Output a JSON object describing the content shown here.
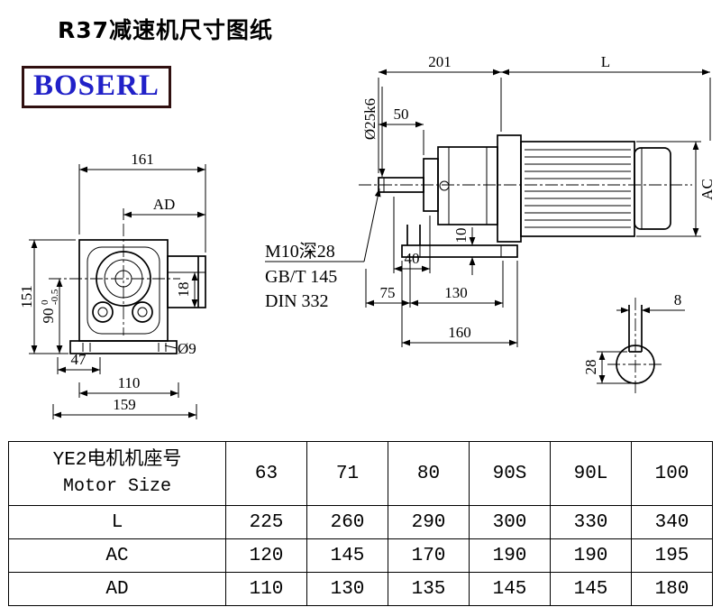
{
  "title": "R37减速机尺寸图纸",
  "logo": {
    "text": "BOSERL"
  },
  "front_view": {
    "d161": "161",
    "dAD": "AD",
    "d151": "151",
    "d90": "90",
    "d90_tol_upper": "0",
    "d90_tol_lower": "-0.5",
    "d18": "18",
    "d47": "47",
    "d110": "110",
    "d159": "159",
    "dia9": "Ø9"
  },
  "side_view": {
    "d201": "201",
    "dL": "L",
    "dia_shaft": "Ø25k6",
    "d50": "50",
    "callout_line1": "M10深28",
    "callout_line2": "GB/T 145",
    "callout_line3": "DIN 332",
    "d40": "40",
    "d75": "75",
    "d130": "130",
    "d160": "160",
    "dAC": "AC",
    "d10": "10"
  },
  "key_section": {
    "d8": "8",
    "d28": "28"
  },
  "table": {
    "header_label_line1": "YE2电机机座号",
    "header_label_line2": "Motor Size",
    "columns": [
      "63",
      "71",
      "80",
      "90S",
      "90L",
      "100"
    ],
    "rows": [
      {
        "label": "L",
        "values": [
          "225",
          "260",
          "290",
          "300",
          "330",
          "340"
        ]
      },
      {
        "label": "AC",
        "values": [
          "120",
          "145",
          "170",
          "190",
          "190",
          "195"
        ]
      },
      {
        "label": "AD",
        "values": [
          "110",
          "130",
          "135",
          "145",
          "145",
          "180"
        ]
      }
    ]
  }
}
